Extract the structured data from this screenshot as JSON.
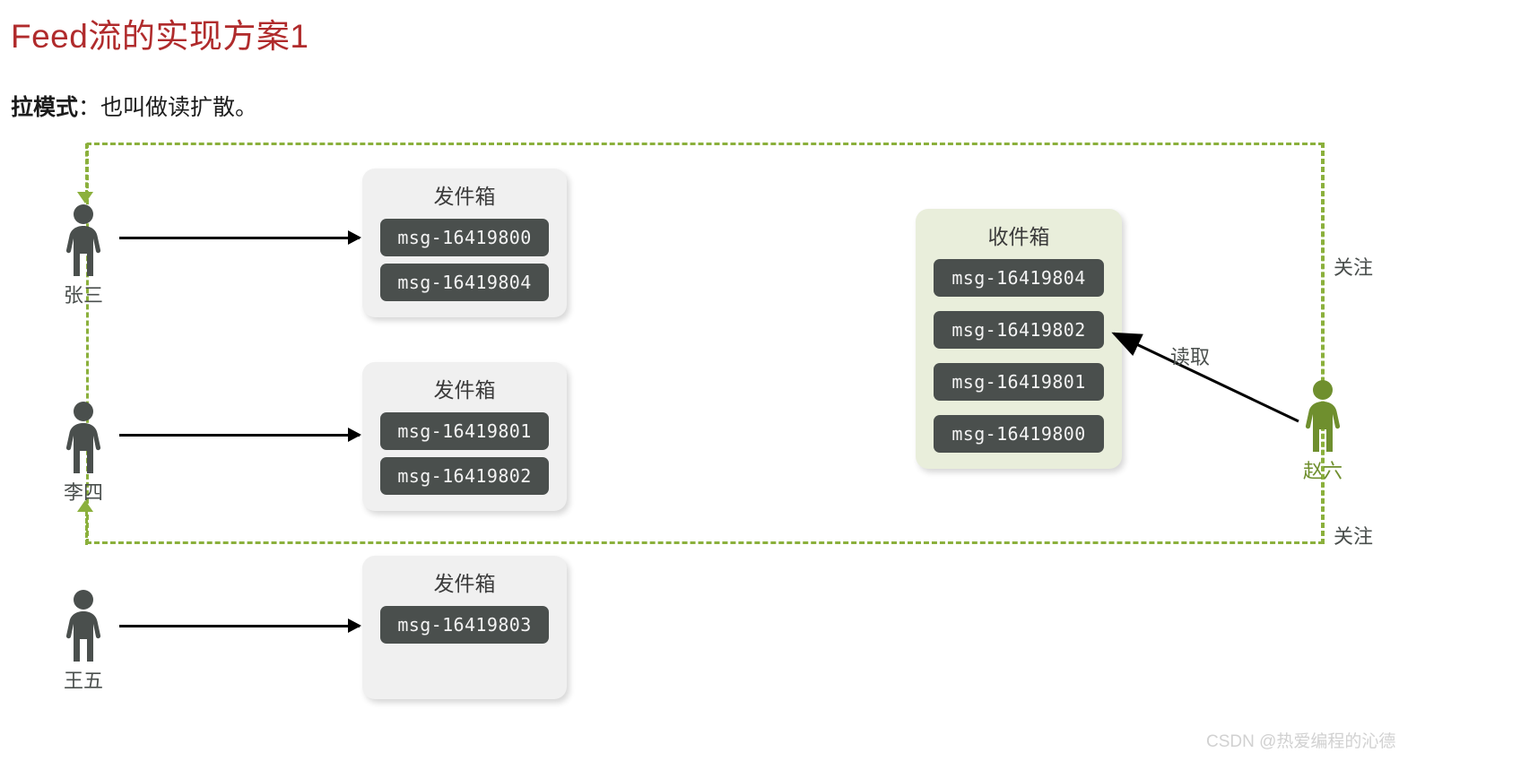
{
  "header": {
    "title": "Feed流的实现方案1",
    "subtitle_lead": "拉模式",
    "subtitle_rest": "：也叫做读扩散。"
  },
  "colors": {
    "title": "#b02b2c",
    "follow_green": "#8bb03c",
    "person_dark": "#4a4f4d",
    "person_green": "#6f8f2e",
    "outbox_bg": "#f0f0f0",
    "inbox_bg": "#e9eedb",
    "msg_bg": "#4a4f4d"
  },
  "people": [
    {
      "name": "张三",
      "variant": "dark"
    },
    {
      "name": "李四",
      "variant": "dark"
    },
    {
      "name": "王五",
      "variant": "dark"
    },
    {
      "name": "赵六",
      "variant": "green"
    }
  ],
  "outboxes": [
    {
      "title": "发件箱",
      "messages": [
        "msg-16419800",
        "msg-16419804"
      ]
    },
    {
      "title": "发件箱",
      "messages": [
        "msg-16419801",
        "msg-16419802"
      ]
    },
    {
      "title": "发件箱",
      "messages": [
        "msg-16419803"
      ]
    }
  ],
  "inbox": {
    "title": "收件箱",
    "messages": [
      "msg-16419804",
      "msg-16419802",
      "msg-16419801",
      "msg-16419800"
    ]
  },
  "edge_labels": {
    "follow_top": "关注",
    "follow_bottom": "关注",
    "read": "读取"
  },
  "watermark": "CSDN @热爱编程的沁德"
}
